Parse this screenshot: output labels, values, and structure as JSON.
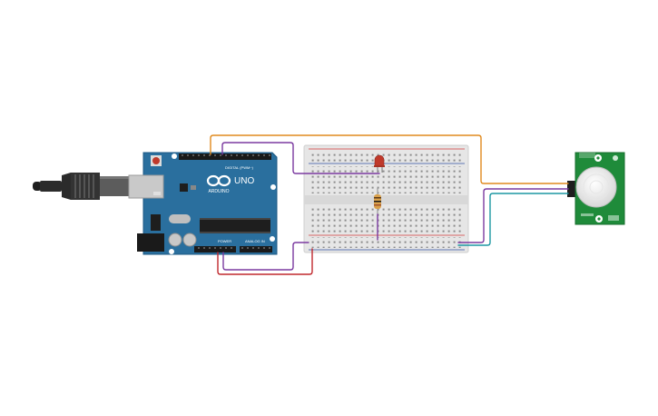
{
  "canvas": {
    "background": "#ffffff"
  },
  "arduino": {
    "brand": "ARDUINO",
    "model": "UNO",
    "digital_label": "DIGITAL (PWM~)",
    "power_label": "POWER",
    "analog_label": "ANALOG IN",
    "board_color": "#2a6f9e",
    "logo_symbol": "infinity-logo"
  },
  "breadboard": {
    "color": "#e6e6e6",
    "rail_red": "#d33a3a",
    "rail_blue": "#2f4fa3"
  },
  "components": {
    "led": {
      "color": "#c0392b"
    },
    "resistor": {
      "color": "#d9a04a"
    },
    "pir_sensor": {
      "board_color": "#1f8b3a",
      "lens_color": "#f2f2f2"
    },
    "usb_cable": {
      "color": "#2b2b2b"
    }
  },
  "wires": {
    "orange": "#e08a1e",
    "purple": "#7b3aa0",
    "red": "#c0282d",
    "teal": "#1c97a3"
  }
}
